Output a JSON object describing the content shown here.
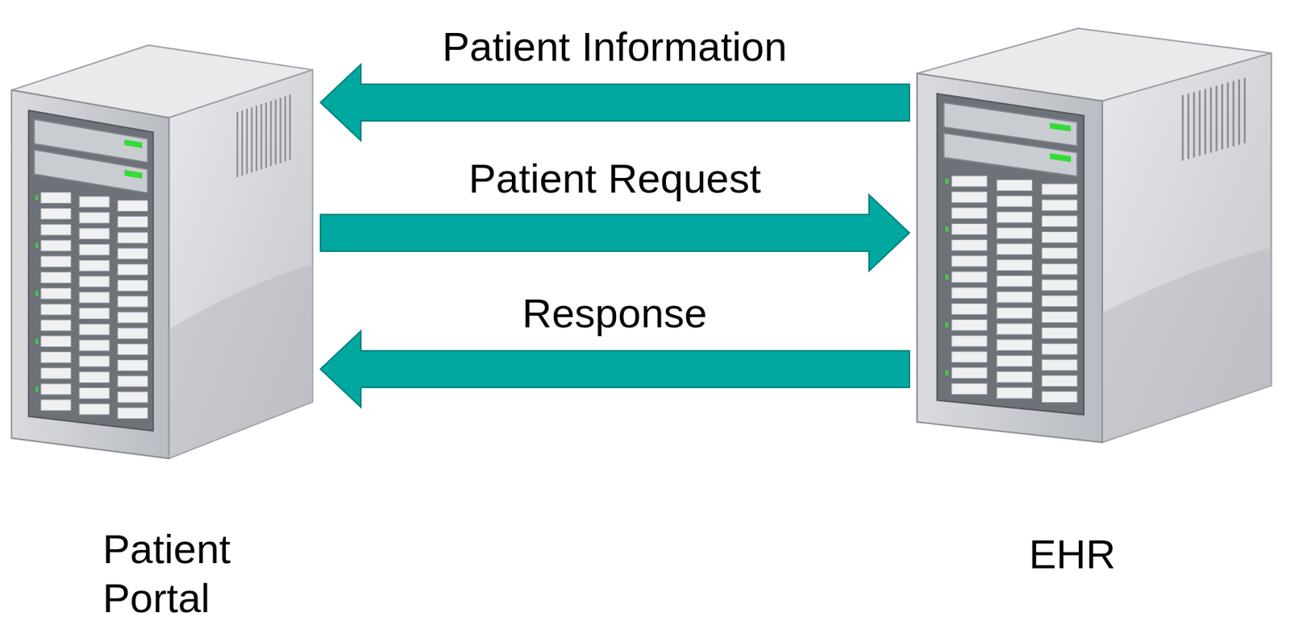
{
  "diagram": {
    "nodes": [
      {
        "text": [
          "Patient Portal"
        ]
      },
      {
        "text": [
          "EHR"
        ]
      }
    ],
    "edges": [
      {
        "from": 1,
        "to": 0,
        "arrow": "to",
        "label": "Patient Information"
      },
      {
        "from": 0,
        "to": 1,
        "arrow": "to",
        "label": "Patient Request"
      },
      {
        "from": 1,
        "to": 0,
        "arrow": "to",
        "label": "Response"
      }
    ]
  }
}
